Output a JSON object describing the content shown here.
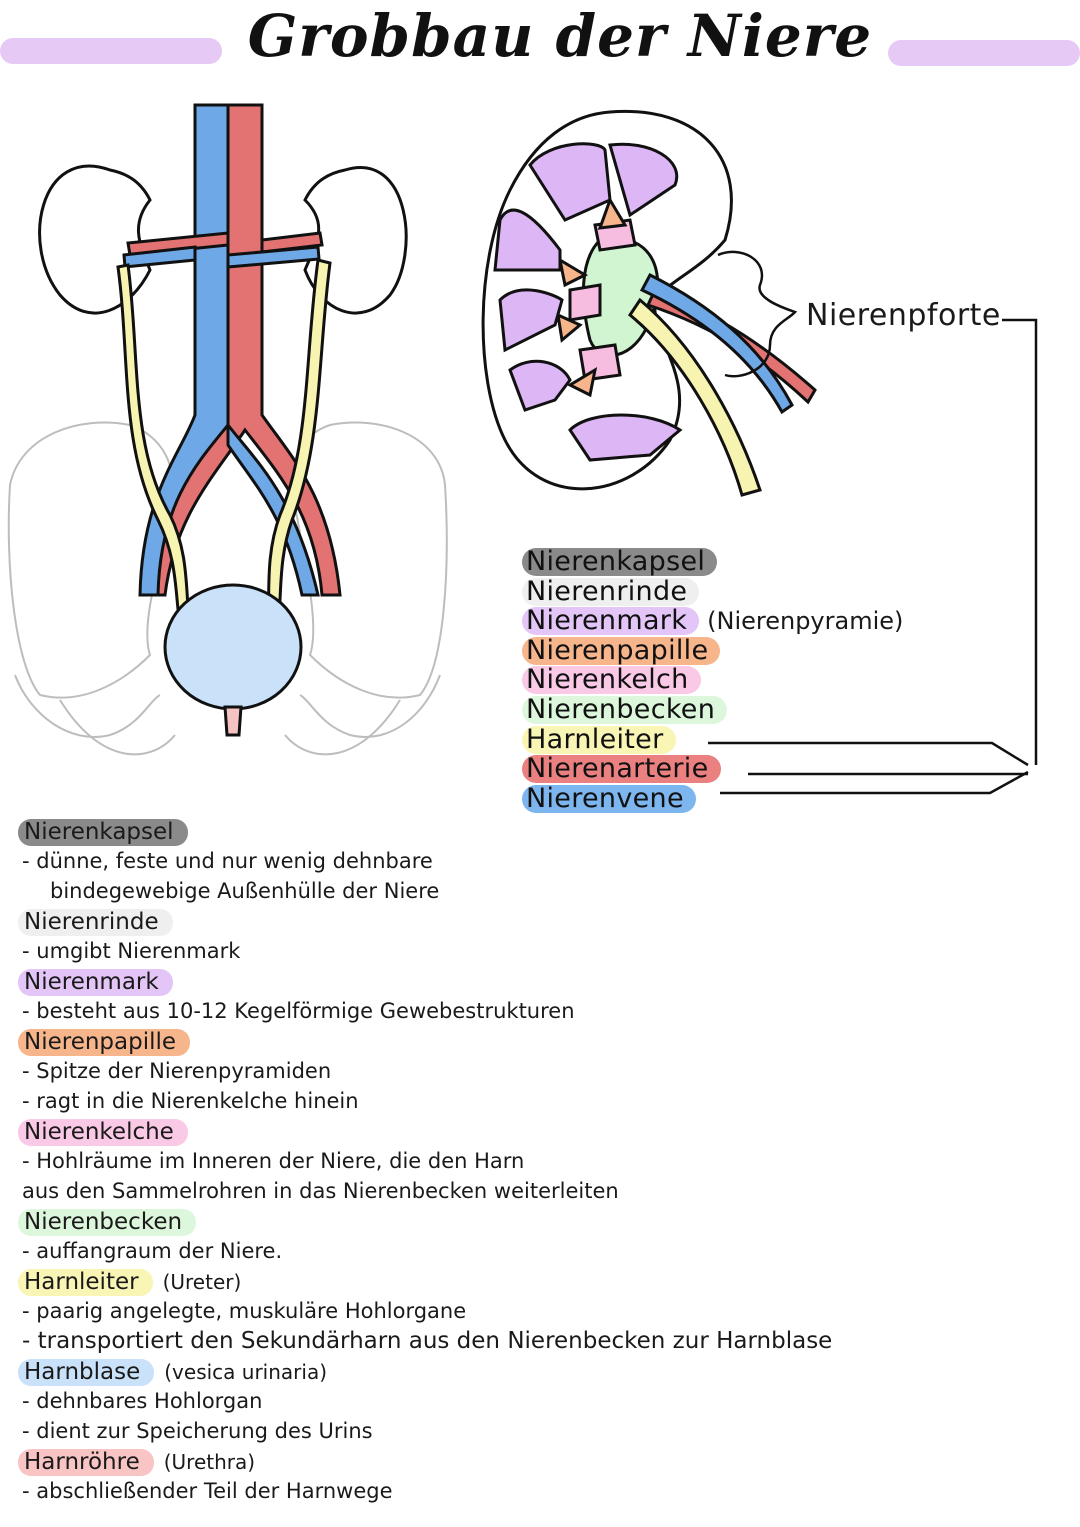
{
  "title": "Grobbau der Niere",
  "colors": {
    "title_bar": "#e6c9f5",
    "artery": "#e37373",
    "vein": "#6fa8e6",
    "ureter": "#f7f3b0",
    "cortex": "#ffffff",
    "medulla": "#dcb6f5",
    "papilla": "#f7b58c",
    "calyx": "#f7bde0",
    "pelvis": "#d1f5d1",
    "bladder": "#c9e2fa",
    "capsule": "#808080",
    "urethra": "#f6c3c3"
  },
  "figure_label": "Nierenpforte",
  "legend": [
    {
      "label": "Nierenkapsel",
      "color": "#8a8a8a",
      "note": ""
    },
    {
      "label": "Nierenrinde",
      "color": "#efefef",
      "note": ""
    },
    {
      "label": "Nierenmark",
      "color": "#e3c6f7",
      "note": "(Nierenpyramie)"
    },
    {
      "label": "Nierenpapille",
      "color": "#f7b58c",
      "note": ""
    },
    {
      "label": "Nierenkelch",
      "color": "#f9c9e6",
      "note": ""
    },
    {
      "label": "Nierenbecken",
      "color": "#dcf7dc",
      "note": ""
    },
    {
      "label": "Harnleiter",
      "color": "#f9f5b5",
      "note": ""
    },
    {
      "label": "Nierenarterie",
      "color": "#ea8080",
      "note": ""
    },
    {
      "label": "Nierenvene",
      "color": "#7db5ee",
      "note": ""
    }
  ],
  "notes": [
    {
      "heading": "Nierenkapsel",
      "color": "#8a8a8a",
      "extra": "",
      "lines": [
        "- dünne, feste und nur wenig dehnbare",
        "bindegewebige Außenhülle der Niere"
      ]
    },
    {
      "heading": "Nierenrinde",
      "color": "#efefef",
      "extra": "",
      "lines": [
        "- umgibt Nierenmark"
      ]
    },
    {
      "heading": "Nierenmark",
      "color": "#e3c6f7",
      "extra": "",
      "lines": [
        "- besteht aus 10-12 Kegelförmige Gewebestrukturen"
      ]
    },
    {
      "heading": "Nierenpapille",
      "color": "#f7b58c",
      "extra": "",
      "lines": [
        "- Spitze der Nierenpyramiden",
        "- ragt in die Nierenkelche hinein"
      ]
    },
    {
      "heading": "Nierenkelche",
      "color": "#f9c9e6",
      "extra": "",
      "lines": [
        "- Hohlräume im Inneren der Niere, die den Harn",
        "aus den Sammelrohren in das Nierenbecken weiterleiten"
      ]
    },
    {
      "heading": "Nierenbecken",
      "color": "#dcf7dc",
      "extra": "",
      "lines": [
        "- auffangraum der Niere."
      ]
    },
    {
      "heading": "Harnleiter",
      "color": "#f9f5b5",
      "extra": "(Ureter)",
      "lines": [
        "- paarig angelegte, muskuläre Hohlorgane",
        "- transportiert den Sekundärharn aus den Nierenbecken zur Harnblase"
      ]
    },
    {
      "heading": "Harnblase",
      "color": "#c9e2fa",
      "extra": "(vesica urinaria)",
      "lines": [
        "- dehnbares Hohlorgan",
        "- dient zur Speicherung des Urins"
      ]
    },
    {
      "heading": "Harnröhre",
      "color": "#f9c4c4",
      "extra": "(Urethra)",
      "lines": [
        "- abschließender Teil der Harnwege"
      ]
    }
  ]
}
